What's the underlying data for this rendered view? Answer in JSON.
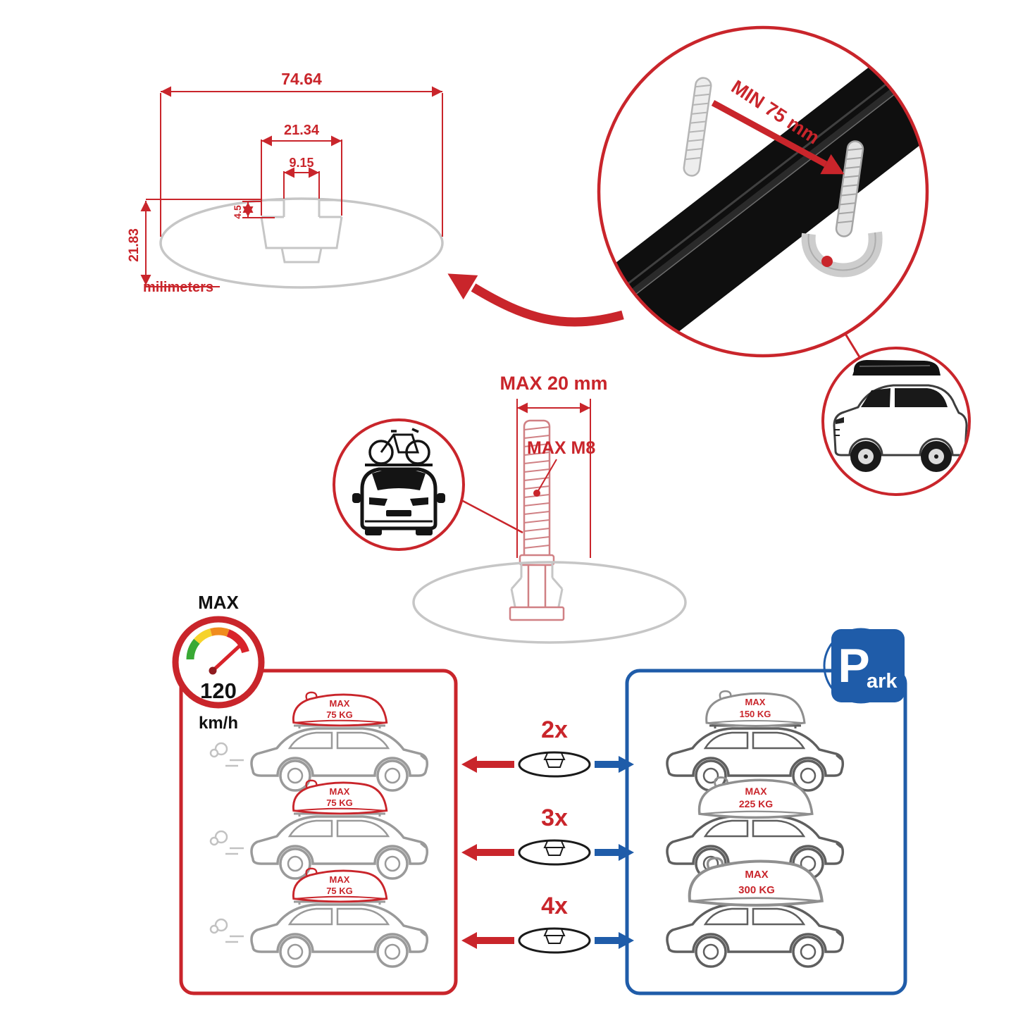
{
  "colors": {
    "accent_red": "#c9252b",
    "accent_blue": "#1f5ca9",
    "drawing_gray": "#c6c6c6",
    "bar_black": "#0f0f0f"
  },
  "cross_section": {
    "width_total_mm": "74.64",
    "slot_outer_width_mm": "21.34",
    "slot_opening_width_mm": "9.15",
    "lip_depth_mm": "4.5",
    "height_total_mm": "21.83",
    "units_label": "milimeters"
  },
  "clamp_detail": {
    "min_span_label": "MIN 75 mm"
  },
  "bolt_detail": {
    "max_length_label": "MAX 20 mm",
    "max_thread_label": "MAX M8"
  },
  "speed_limit": {
    "title": "MAX",
    "value": "120",
    "unit": "km/h"
  },
  "parking_sign": {
    "letter": "P",
    "suffix": "ark"
  },
  "capacity": {
    "multipliers": [
      "2x",
      "3x",
      "4x"
    ],
    "moving_loads": [
      {
        "label": "MAX",
        "weight": "75 KG"
      },
      {
        "label": "MAX",
        "weight": "75 KG"
      },
      {
        "label": "MAX",
        "weight": "75 KG"
      }
    ],
    "parked_loads": [
      {
        "label": "MAX",
        "weight": "150 KG"
      },
      {
        "label": "MAX",
        "weight": "225 KG"
      },
      {
        "label": "MAX",
        "weight": "300 KG"
      }
    ]
  }
}
